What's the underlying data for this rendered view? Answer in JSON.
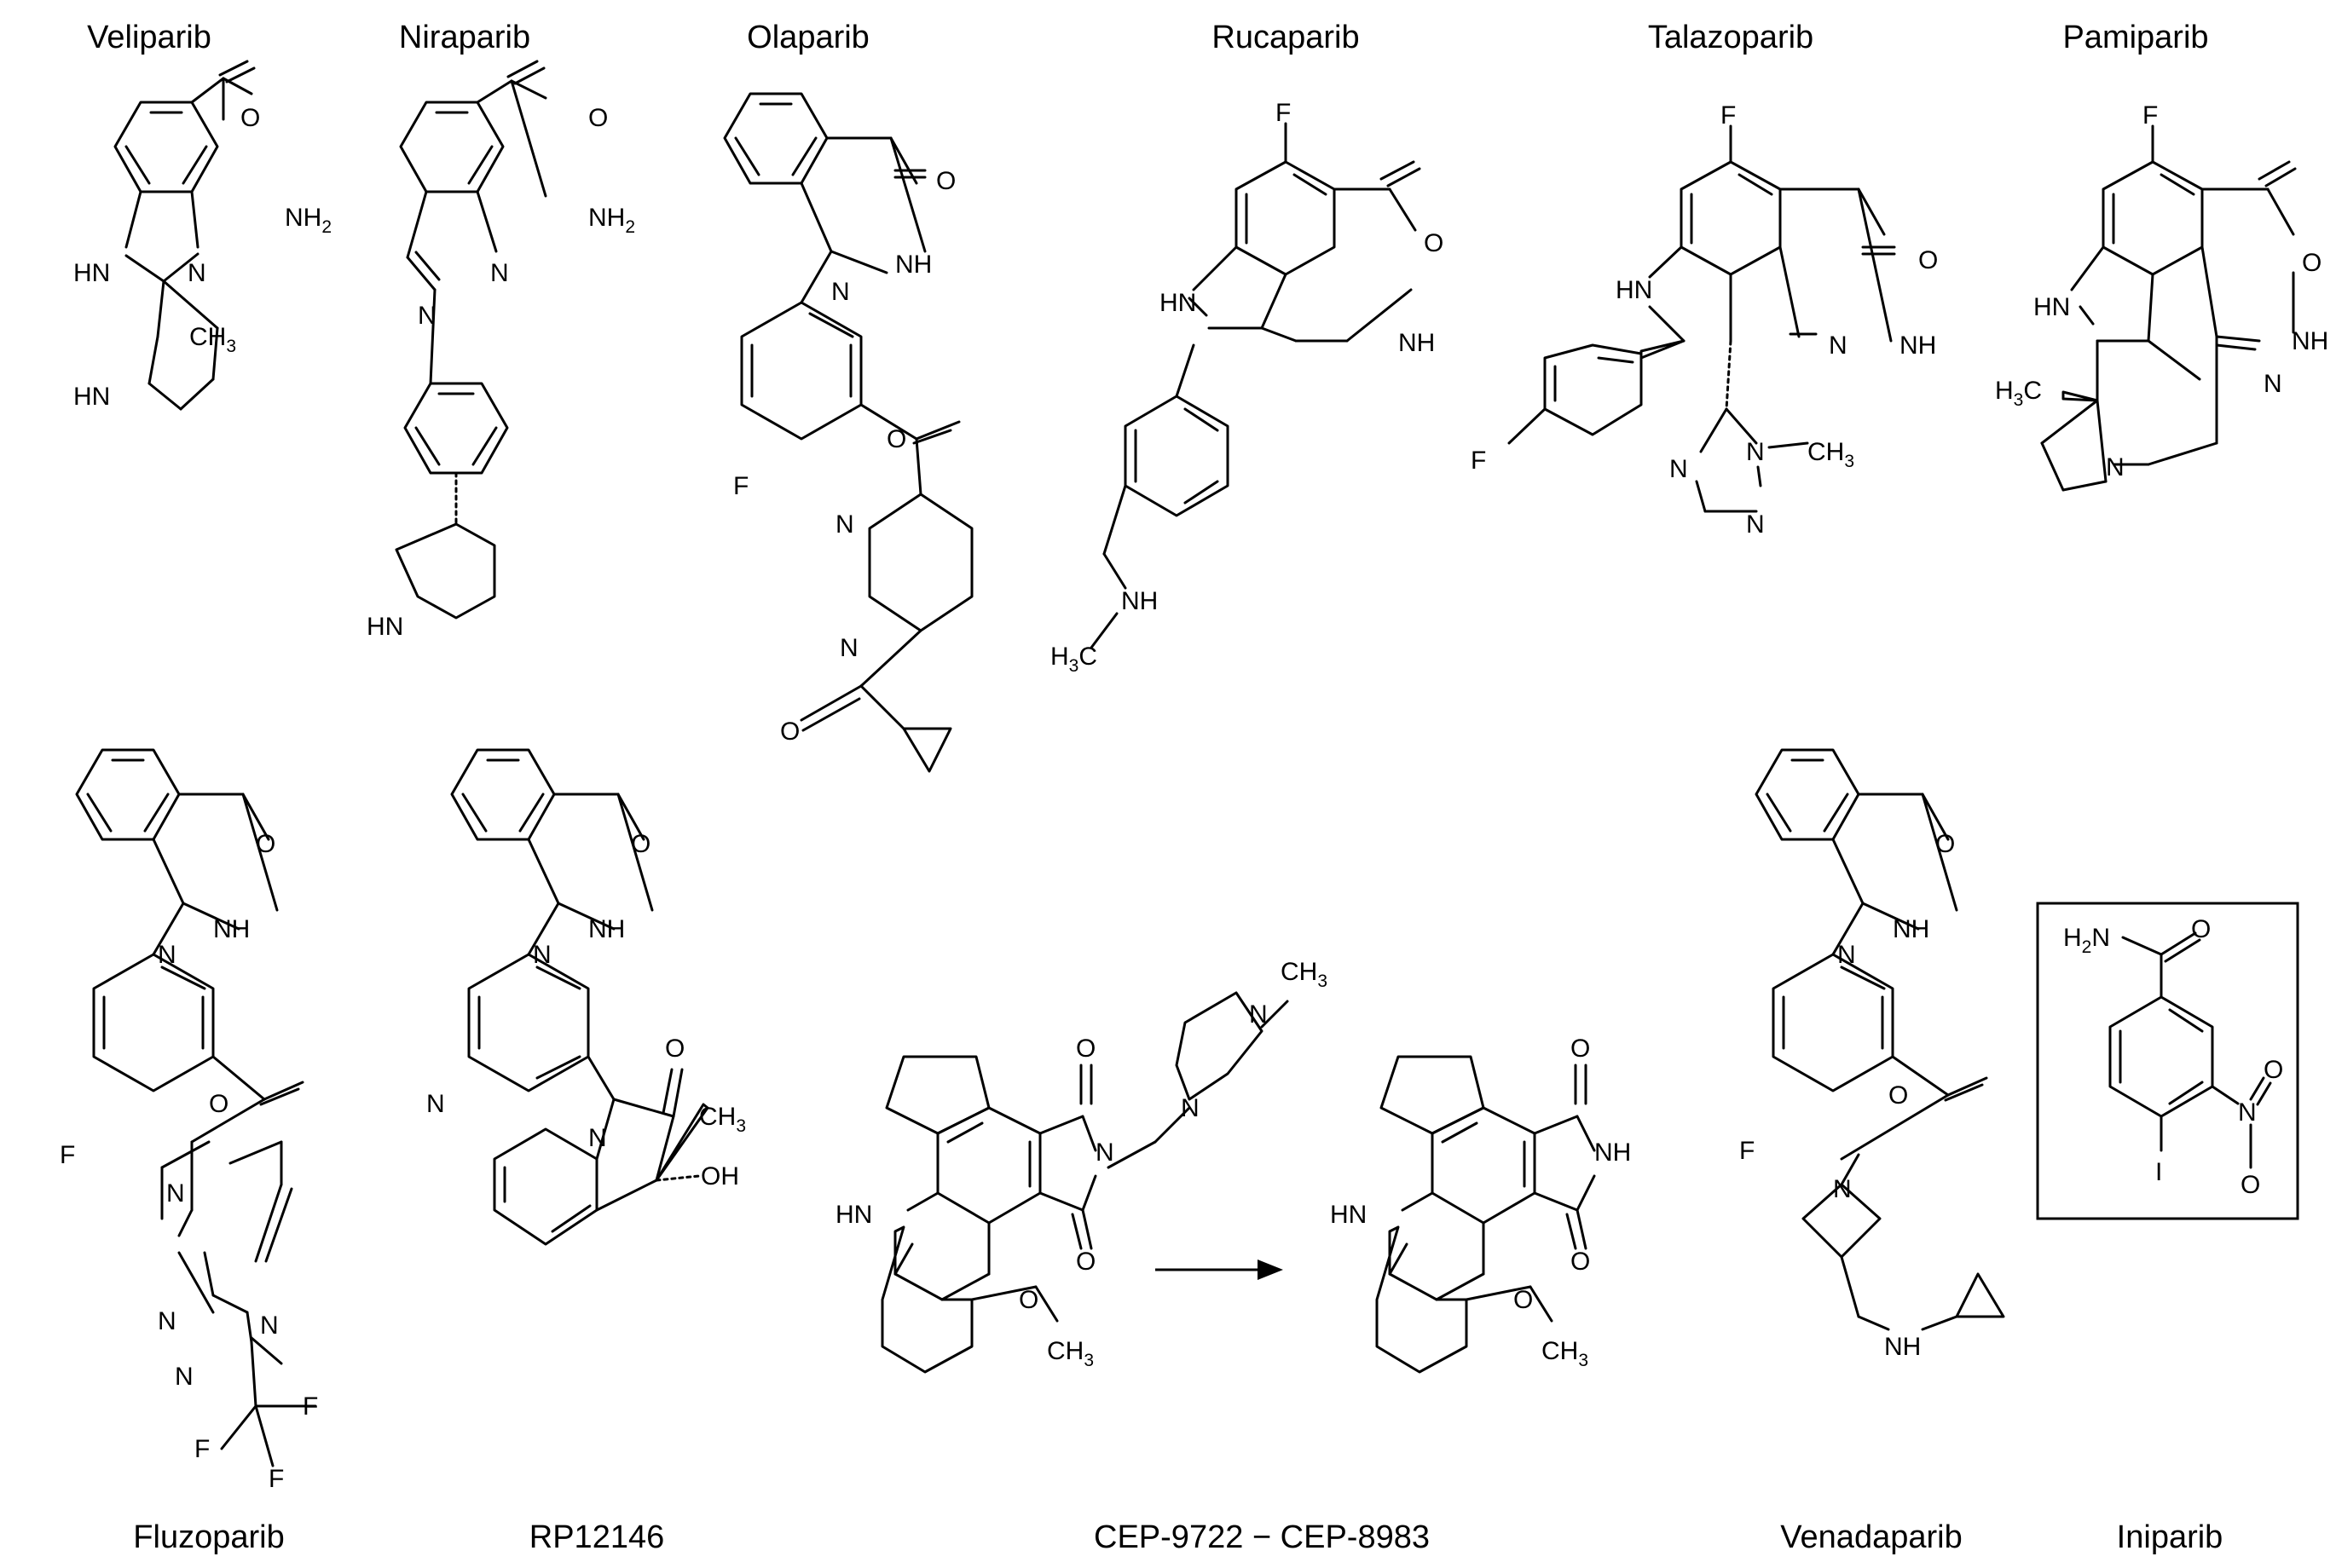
{
  "figure": {
    "labels": {
      "veliparib": "Veliparib",
      "niraparib": "Niraparib",
      "olaparib": "Olaparib",
      "rucaparib": "Rucaparib",
      "talazoparib": "Talazoparib",
      "pamiparib": "Pamiparib",
      "fluzoparib": "Fluzoparib",
      "rp12146": "RP12146",
      "cep_pair": "CEP-9722 − CEP-8983",
      "venadaparib": "Venadaparib",
      "iniparib": "Iniparib"
    },
    "atoms": {
      "O": "O",
      "NH2": "NH",
      "sub2": "2",
      "HN": "HN",
      "N": "N",
      "NH": "NH",
      "CH3": "CH",
      "sub3": "3",
      "H3C": "H",
      "H3Csub": "3",
      "H3Crest": "C",
      "F": "F",
      "OH": "OH",
      "I": "I",
      "H2N": "H",
      "H2Nsub": "2",
      "H2Nrest": "N"
    }
  }
}
